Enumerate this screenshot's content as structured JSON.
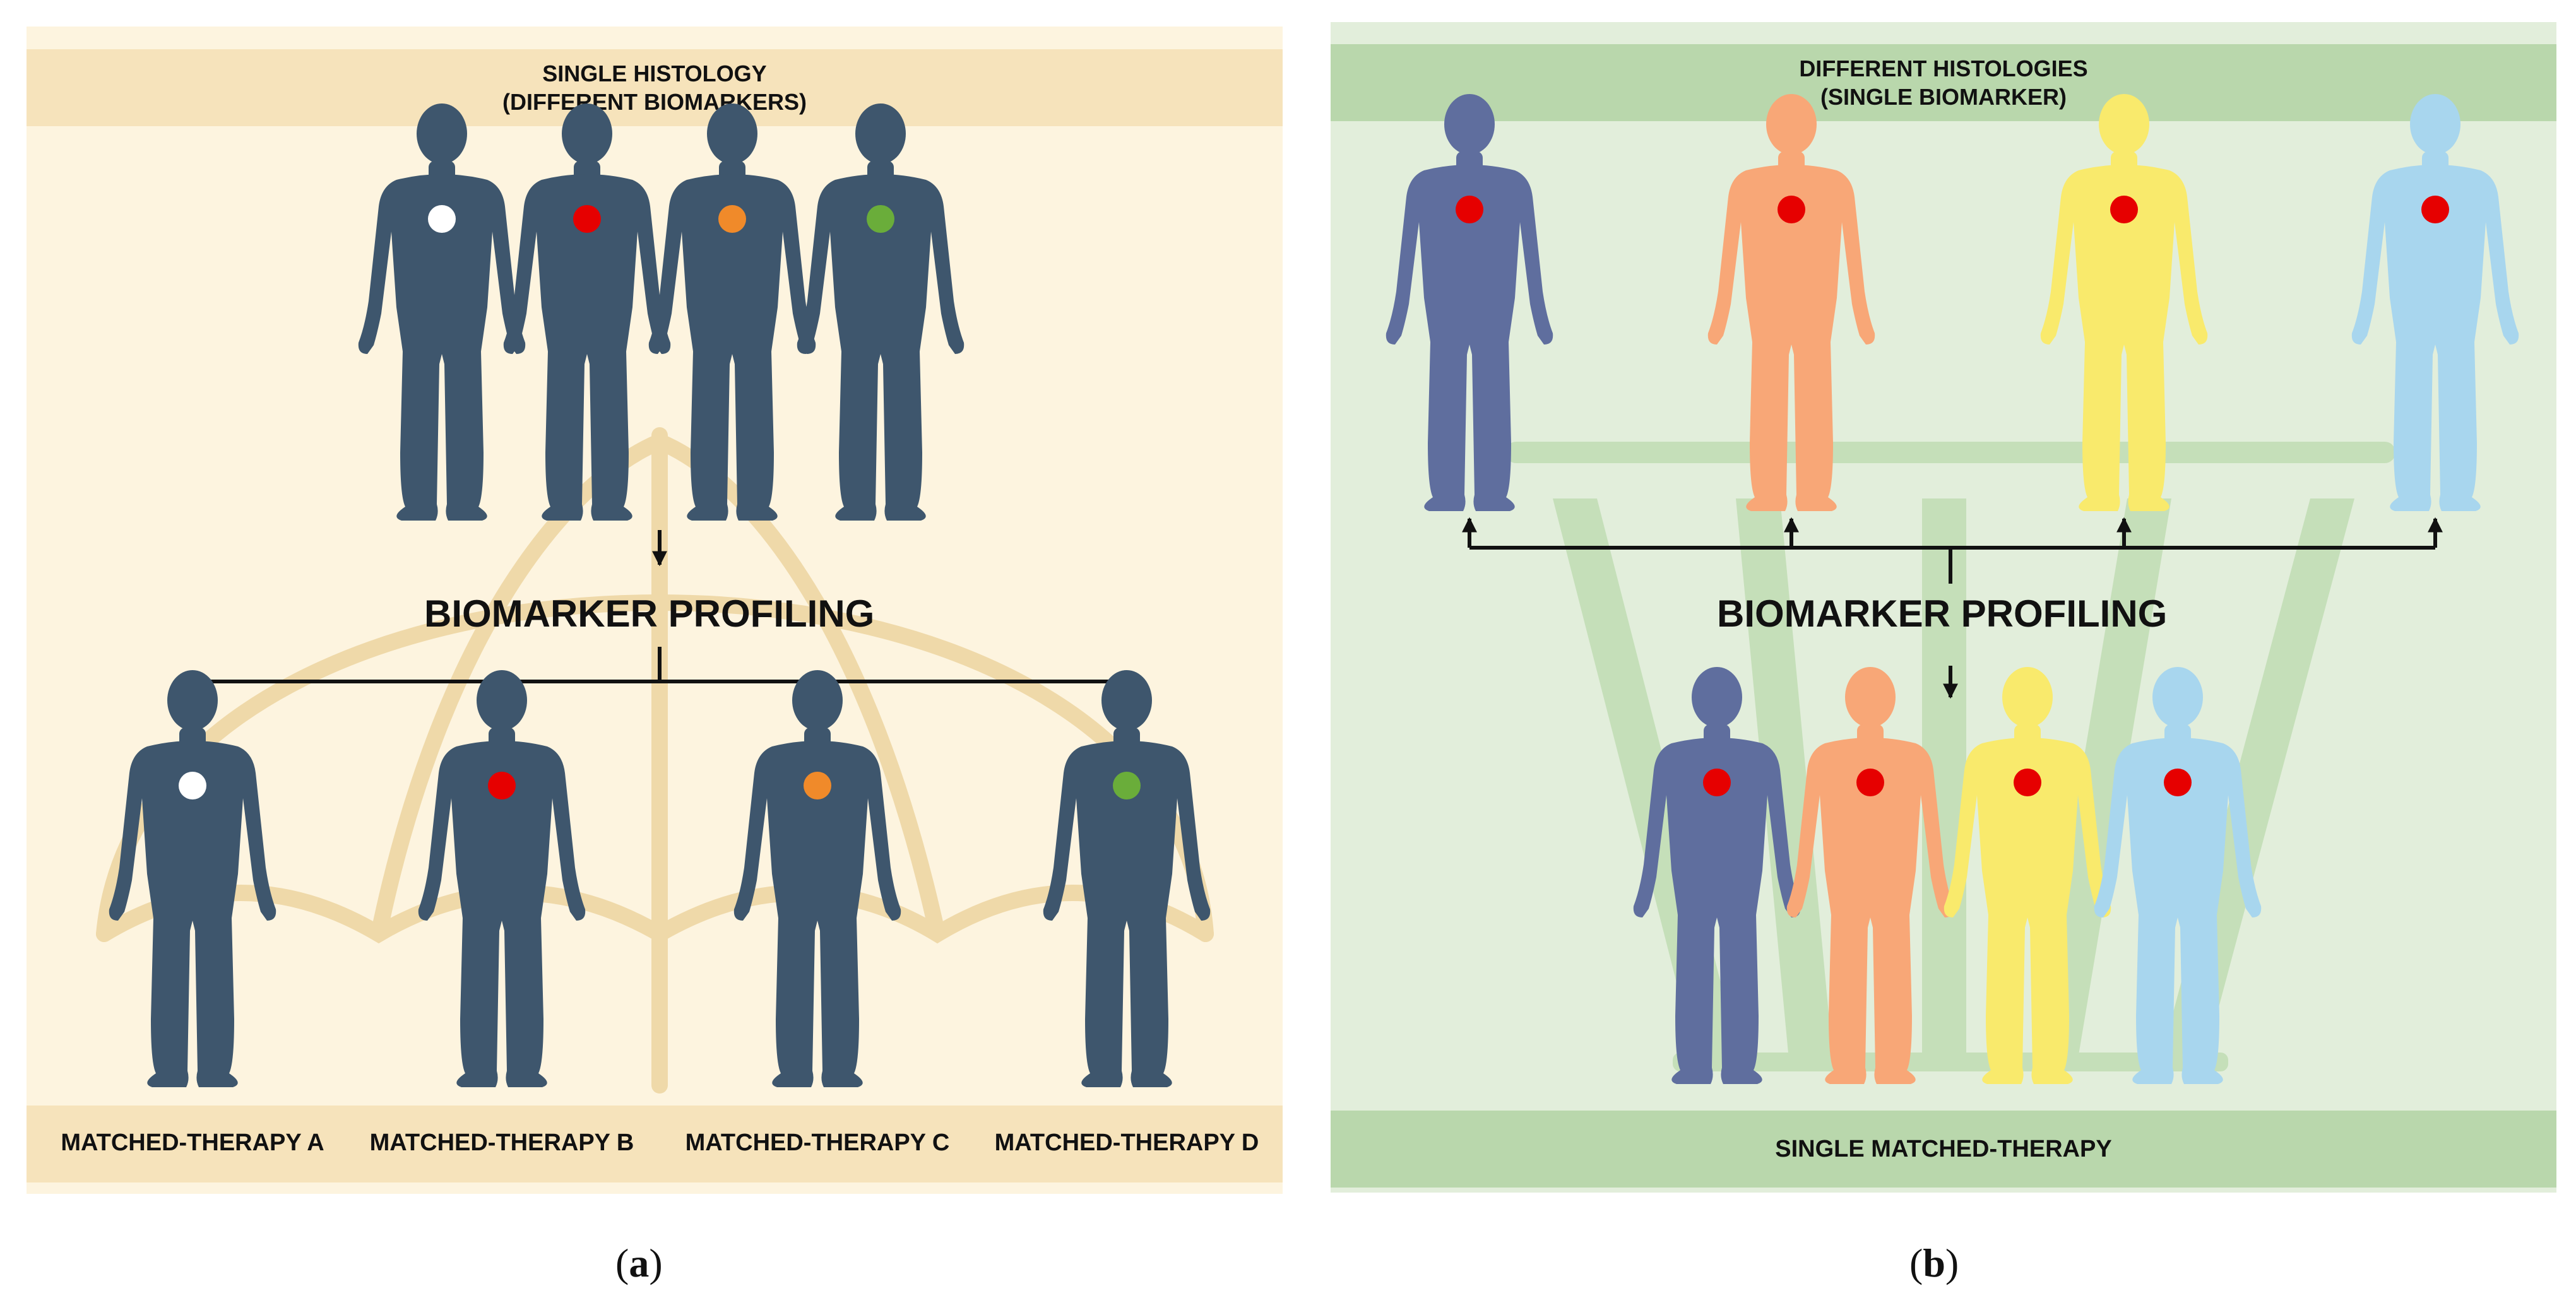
{
  "panel_a": {
    "header": "SINGLE HISTOLOGY\n(DIFFERENT BIOMARKERS)",
    "center_label": "BIOMARKER PROFILING",
    "therapies": [
      "MATCHED-THERAPY A",
      "MATCHED-THERAPY B",
      "MATCHED-THERAPY C",
      "MATCHED-THERAPY D"
    ],
    "caption_letter": "a",
    "background_color": "#fdf4df",
    "banner_color": "#f6e3bb",
    "figure_color": "#3e566d",
    "umbrella_color": "#efd9a9",
    "marker_colors": [
      "#ffffff",
      "#e60000",
      "#f08a2a",
      "#6aad3a"
    ]
  },
  "panel_b": {
    "header": "DIFFERENT HISTOLOGIES\n(SINGLE BIOMARKER)",
    "center_label": "BIOMARKER PROFILING",
    "footer": "SINGLE MATCHED-THERAPY",
    "caption_letter": "b",
    "background_color": "#e2eedb",
    "banner_color": "#b9d7ac",
    "basket_color": "#c5dfb9",
    "figure_colors": [
      "#5f6e9e",
      "#f8a777",
      "#f9ea6c",
      "#a8d6ee"
    ],
    "marker_color": "#e60000"
  }
}
